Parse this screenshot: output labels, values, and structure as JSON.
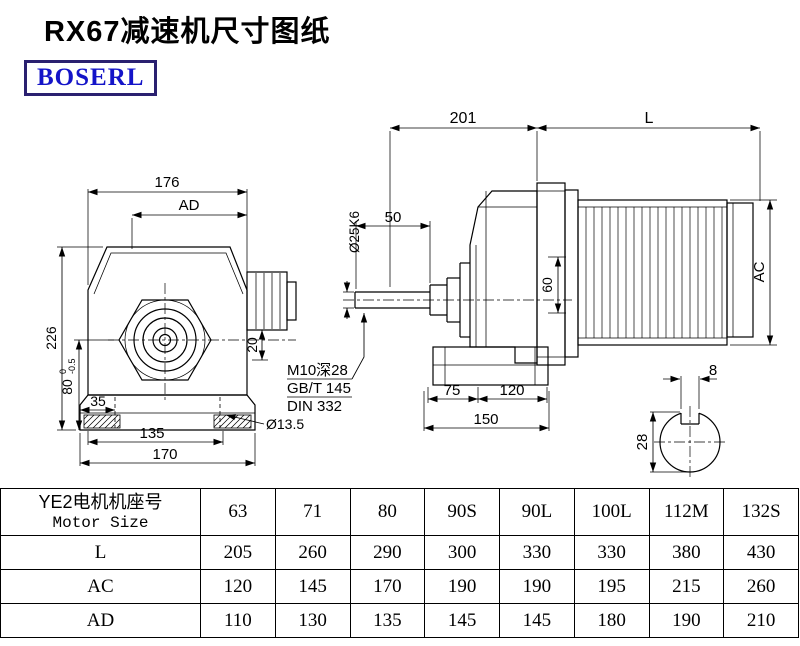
{
  "page": {
    "title": "RX67减速机尺寸图纸",
    "logo": "BOSERL",
    "colors": {
      "logo_text": "#1414c8",
      "logo_border": "#2a2070",
      "line": "#000000"
    }
  },
  "drawing": {
    "front_view": {
      "dim_176": "176",
      "dim_AD": "AD",
      "dim_226": "226",
      "dim_80": "80",
      "dim_80_tol_up": "0",
      "dim_80_tol_dn": "-0.5",
      "dim_20": "20",
      "dim_35": "35",
      "dim_135": "135",
      "dim_170": "170",
      "dim_hole": "Ø13.5"
    },
    "side_view": {
      "dim_201": "201",
      "dim_L": "L",
      "dim_50": "50",
      "dim_shaft": "Ø25K6",
      "dim_60": "60",
      "dim_AC": "AC",
      "note_thread": "M10深28",
      "note_gb": "GB/T 145",
      "note_din": "DIN 332",
      "dim_75": "75",
      "dim_120": "120",
      "dim_150": "150"
    },
    "shaft_section": {
      "dim_key_width": "8",
      "dim_28": "28"
    }
  },
  "table": {
    "header": {
      "line1": "YE2电机机座号",
      "line2": "Motor Size"
    },
    "sizes": [
      "63",
      "71",
      "80",
      "90S",
      "90L",
      "100L",
      "112M",
      "132S"
    ],
    "rows": [
      {
        "label": "L",
        "values": [
          "205",
          "260",
          "290",
          "300",
          "330",
          "330",
          "380",
          "430"
        ]
      },
      {
        "label": "AC",
        "values": [
          "120",
          "145",
          "170",
          "190",
          "190",
          "195",
          "215",
          "260"
        ]
      },
      {
        "label": "AD",
        "values": [
          "110",
          "130",
          "135",
          "145",
          "145",
          "180",
          "190",
          "210"
        ]
      }
    ]
  }
}
